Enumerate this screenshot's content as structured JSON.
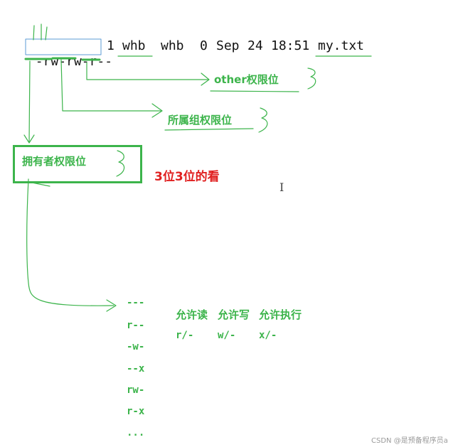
{
  "ls_line": {
    "leading": "-",
    "perms": "rw-rw-r--",
    "links": "1",
    "owner": "whb",
    "group": "whb",
    "size": "0",
    "month": "Sep",
    "day": "24",
    "time": "18:51",
    "filename": "my.txt"
  },
  "labels": {
    "other": "other权限位",
    "group": "所属组权限位",
    "owner": "拥有者权限位",
    "note": "3位3位的看"
  },
  "combos": [
    "---",
    "r--",
    "-w-",
    "--x",
    "rw-",
    "r-x",
    "..."
  ],
  "meanings": {
    "headers": [
      "允许读",
      "允许写",
      "允许执行"
    ],
    "values": [
      "r/-",
      "w/-",
      "x/-"
    ]
  },
  "cursor_glyph": "I",
  "watermark": "CSDN @是预备程序员a",
  "colors": {
    "annotation_green": "#3cb44b",
    "note_red": "#e02020",
    "text_dark": "#111111",
    "highlight_blue": "#5b9bd5"
  }
}
